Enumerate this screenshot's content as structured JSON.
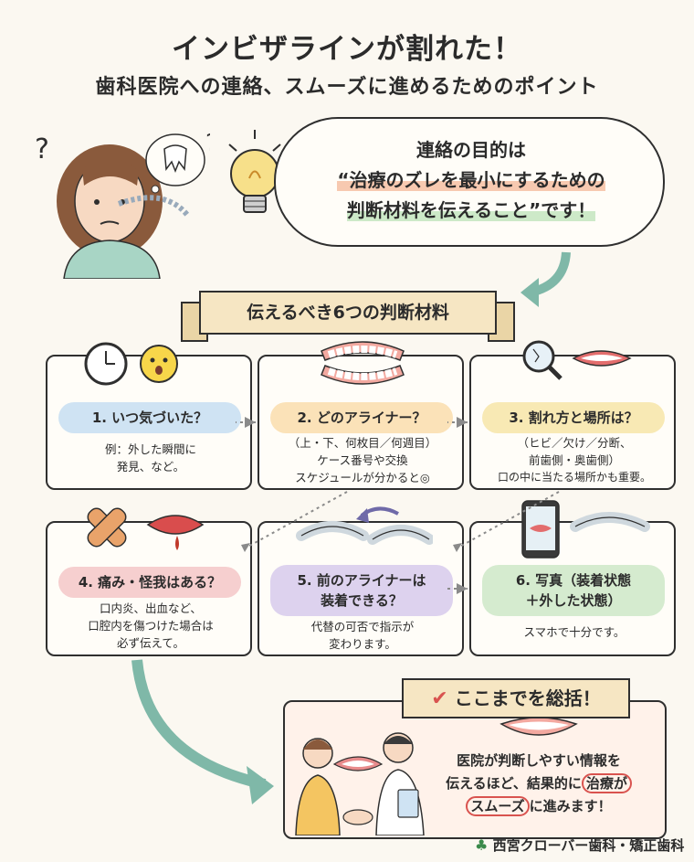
{
  "header": {
    "title": "インビザラインが割れた！",
    "subtitle": "歯科医院への連絡、スムーズに進めるためのポイント"
  },
  "purpose": {
    "line1": "連絡の目的は",
    "line2": "“治療のズレを最小にするための",
    "line3": "判断材料を伝えること”です！"
  },
  "section_title": "伝えるべき6つの判断材料",
  "cards": [
    {
      "title": "1. いつ気づいた？",
      "desc1": "例：外した瞬間に",
      "desc2": "発見、など。",
      "desc3": "",
      "color": "#cfe3f3"
    },
    {
      "title": "2. どのアライナー？",
      "desc1": "（上・下、何枚目／何週目）",
      "desc2": "ケース番号や交換",
      "desc3": "スケジュールが分かると◎",
      "color": "#fbe2b8"
    },
    {
      "title": "3. 割れ方と場所は？",
      "desc1": "（ヒビ／欠け／分断、",
      "desc2": "前歯側・奥歯側）",
      "desc3": "口の中に当たる場所かも重要。",
      "color": "#f8e9b4"
    },
    {
      "title": "4. 痛み・怪我はある？",
      "desc1": "口内炎、出血など、",
      "desc2": "口腔内を傷つけた場合は",
      "desc3": "必ず伝えて。",
      "color": "#f6cfcf"
    },
    {
      "title1": "5. 前のアライナーは",
      "title2": "装着できる？",
      "desc1": "代替の可否で指示が",
      "desc2": "変わります。",
      "color": "#ddd2ee"
    },
    {
      "title1": "6. 写真（装着状態",
      "title2": "＋外した状態）",
      "desc1": "スマホで十分です。",
      "color": "#d5ebcf"
    }
  ],
  "summary": {
    "heading": "ここまでを総括！",
    "line1": "医院が判断しやすい情報を",
    "line2": "伝えるほど、結果的に",
    "line2_hl": "治療が",
    "line3_hl": "スムーズ",
    "line3": "に進みます！"
  },
  "footer": {
    "clinic": "西宮クローバー歯科・矯正歯科"
  },
  "colors": {
    "outline": "#2f2f2f",
    "accent_red": "#d9534f",
    "arrow_teal": "#7fb8a8"
  }
}
